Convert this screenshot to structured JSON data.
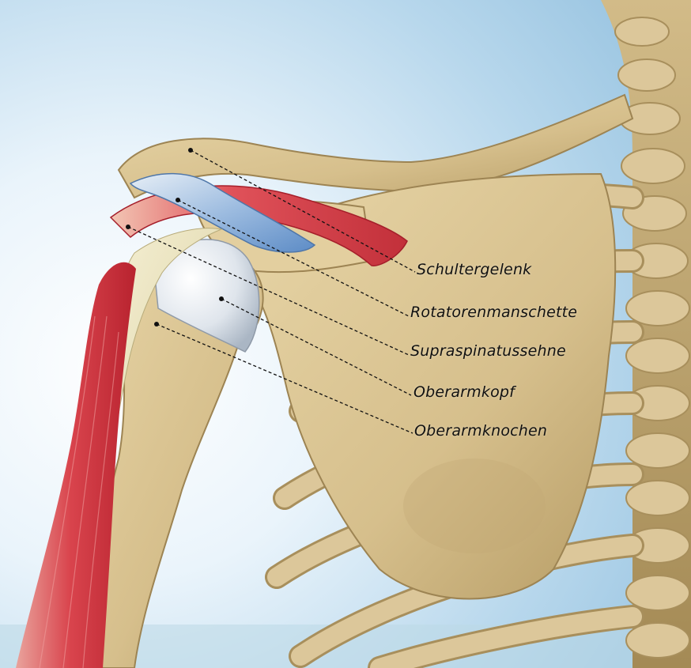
{
  "figure": {
    "kind": "anatomical illustration",
    "subject": "right shoulder joint, posterior view",
    "colors": {
      "background_top": "#a9cfe8",
      "background_glow": "#f2f8fc",
      "bone": "#d8c394",
      "bone_shadow": "#a88f5c",
      "muscle": "#d8424a",
      "tendon": "#eee6c4",
      "cartilage": "#dde4ec",
      "cuff": "#7fa8d6"
    }
  },
  "labels": [
    {
      "id": "schultergelenk",
      "text": "Schultergelenk"
    },
    {
      "id": "rotatorenmanschette",
      "text": "Rotatorenmanschette"
    },
    {
      "id": "supraspinatussehne",
      "text": "Supraspinatussehne"
    },
    {
      "id": "oberarmkopf",
      "text": "Oberarmkopf"
    },
    {
      "id": "oberarmknochen",
      "text": "Oberarmknochen"
    }
  ]
}
